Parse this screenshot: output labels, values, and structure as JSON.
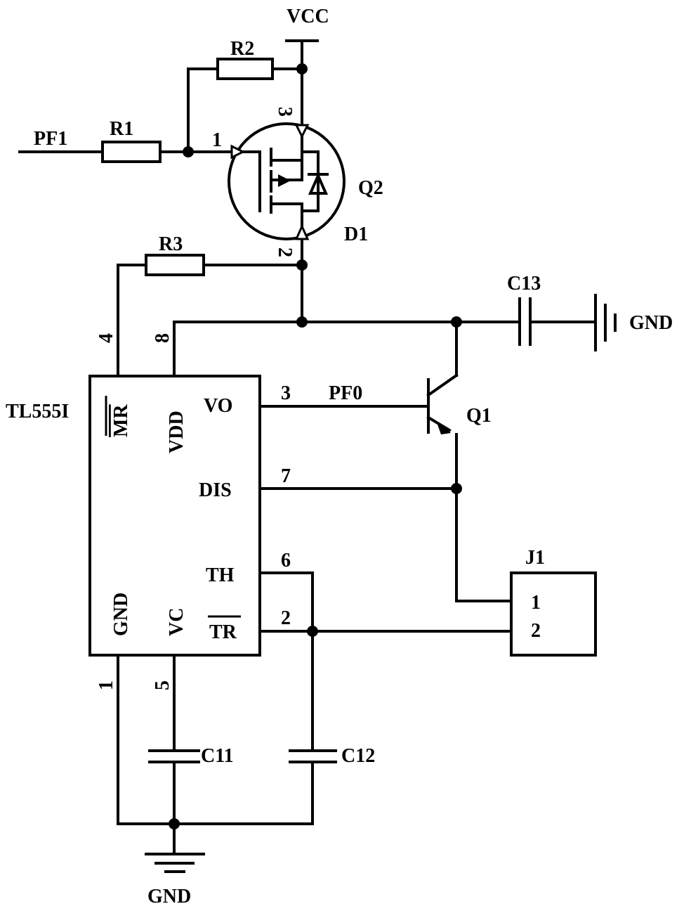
{
  "title": "TL555I power switching circuit schematic",
  "nets": {
    "vcc": "VCC",
    "gnd_right": "GND",
    "gnd_bottom": "GND",
    "pf1": "PF1",
    "pf0": "PF0"
  },
  "components": {
    "r1": "R1",
    "r2": "R2",
    "r3": "R3",
    "q2": "Q2",
    "d1": "D1",
    "q1": "Q1",
    "c11": "C11",
    "c12": "C12",
    "c13": "C13",
    "j1": "J1",
    "u1": "TL555I"
  },
  "q2_pins": {
    "gate": "1",
    "source": "3",
    "drain": "2"
  },
  "ic_pins": {
    "mr": {
      "name": "MR",
      "num": "4"
    },
    "vdd": {
      "name": "VDD",
      "num": "8"
    },
    "vo": {
      "name": "VO",
      "num": "3"
    },
    "dis": {
      "name": "DIS",
      "num": "7"
    },
    "th": {
      "name": "TH",
      "num": "6"
    },
    "tr": {
      "name": "TR",
      "num": "2"
    },
    "gnd": {
      "name": "GND",
      "num": "1"
    },
    "vc": {
      "name": "VC",
      "num": "5"
    }
  },
  "j1_pins": [
    "1",
    "2"
  ]
}
